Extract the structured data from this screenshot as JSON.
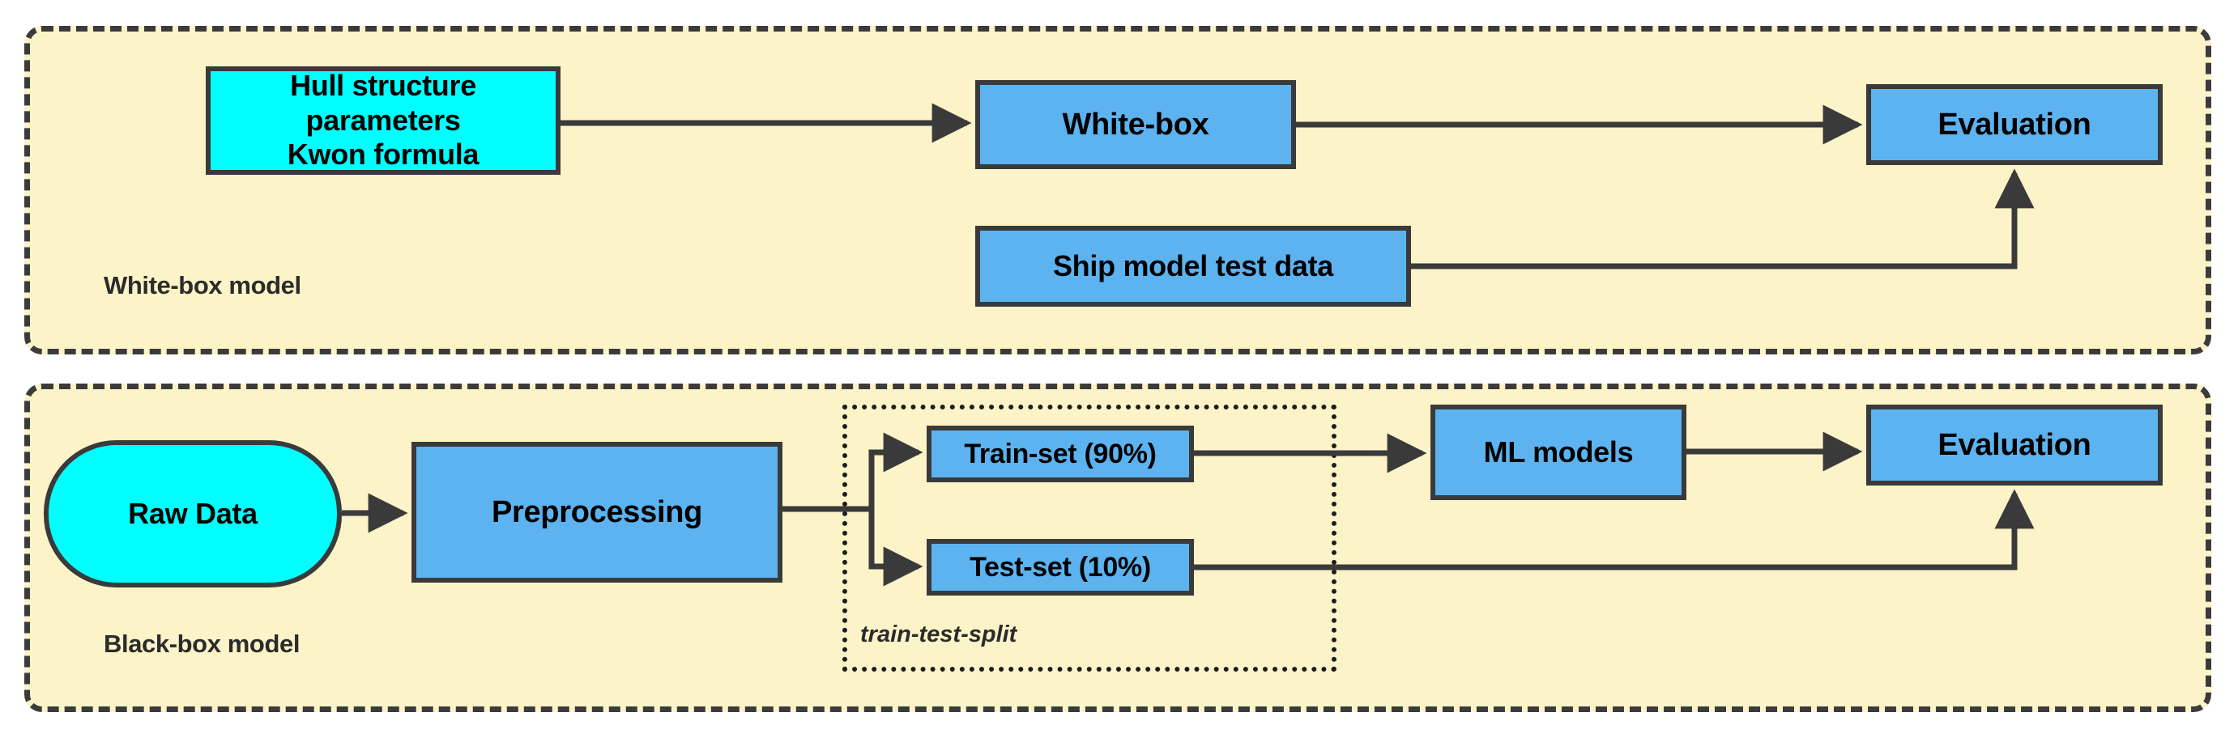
{
  "figure": {
    "type": "flowchart",
    "background": "#ffffff",
    "panel_fill": "#fcf4c8",
    "node_fill_cyan": "#00ffff",
    "node_fill_blue": "#5cb3f0",
    "stroke": "#3a3a3a"
  },
  "panels": [
    {
      "id": "white-box",
      "caption": "White-box model",
      "border_style": "dashed"
    },
    {
      "id": "black-box",
      "caption": "Black-box model",
      "border_style": "dashed"
    }
  ],
  "groups": [
    {
      "id": "train-test-split",
      "caption": "train-test-split",
      "border_style": "dotted"
    }
  ],
  "nodes": {
    "hull": {
      "line1": "Hull structure parameters",
      "line2": "Kwon formula",
      "shape": "rect",
      "fill": "#00ffff"
    },
    "white_box": {
      "label": "White-box",
      "shape": "rect",
      "fill": "#5cb3f0"
    },
    "evaluation_top": {
      "label": "Evaluation",
      "shape": "rect",
      "fill": "#5cb3f0"
    },
    "ship_test": {
      "label": "Ship model test data",
      "shape": "rect",
      "fill": "#5cb3f0"
    },
    "raw_data": {
      "label": "Raw Data",
      "shape": "stadium",
      "fill": "#00ffff"
    },
    "preprocessing": {
      "label": "Preprocessing",
      "shape": "rect",
      "fill": "#5cb3f0"
    },
    "train_set": {
      "label": "Train-set (90%)",
      "shape": "rect",
      "fill": "#5cb3f0"
    },
    "test_set": {
      "label": "Test-set (10%)",
      "shape": "rect",
      "fill": "#5cb3f0"
    },
    "ml_models": {
      "label": "ML models",
      "shape": "rect",
      "fill": "#5cb3f0"
    },
    "evaluation_bottom": {
      "label": "Evaluation",
      "shape": "rect",
      "fill": "#5cb3f0"
    }
  },
  "edges": [
    {
      "from": "hull",
      "to": "white_box",
      "arrow": true
    },
    {
      "from": "white_box",
      "to": "evaluation_top",
      "arrow": true
    },
    {
      "from": "ship_test",
      "to": "evaluation_top",
      "arrow": true
    },
    {
      "from": "raw_data",
      "to": "preprocessing",
      "arrow": true
    },
    {
      "from": "preprocessing",
      "to": "train_set",
      "arrow": true
    },
    {
      "from": "preprocessing",
      "to": "test_set",
      "arrow": true
    },
    {
      "from": "train_set",
      "to": "ml_models",
      "arrow": true
    },
    {
      "from": "ml_models",
      "to": "evaluation_bottom",
      "arrow": true
    },
    {
      "from": "test_set",
      "to": "evaluation_bottom",
      "arrow": true
    }
  ]
}
